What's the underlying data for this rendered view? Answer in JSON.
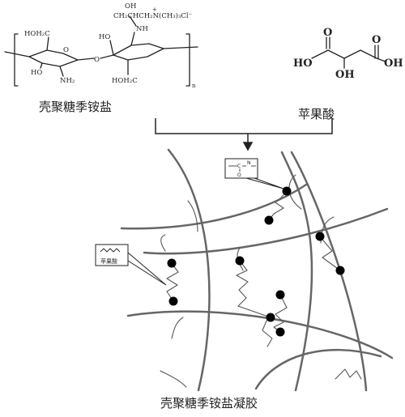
{
  "captions": {
    "chitosan_salt": "壳聚糖季铵盐",
    "malic_acid": "苹果酸",
    "gel": "壳聚糖季铵盐凝胶"
  },
  "chitosan_structure": {
    "side_chain": "CH₂CHCH₂N(CH₃)₃Cl⁻",
    "side_chain_plus": "+",
    "oh_top": "OH",
    "nh": "NH",
    "ho": "HO",
    "hoh2c_left": "HOH₂C",
    "ho_left": "HO",
    "nh2": "NH₂",
    "ring_o": "O",
    "link_o": "O",
    "hoh2c_bottom": "HOH₂C",
    "n_sub": "n"
  },
  "malic_acid_structure": {
    "o_left": "O",
    "o_right": "O",
    "ho_left": "HO",
    "oh_mid": "OH",
    "oh_right": "OH"
  },
  "callouts": {
    "amide_c": "C",
    "amide_n": "N",
    "amide_o": "O",
    "malic_box_label": "苹果酸"
  },
  "colors": {
    "ink": "#222222",
    "network": "#666666",
    "crosslink": "#555555",
    "node": "#000000"
  }
}
